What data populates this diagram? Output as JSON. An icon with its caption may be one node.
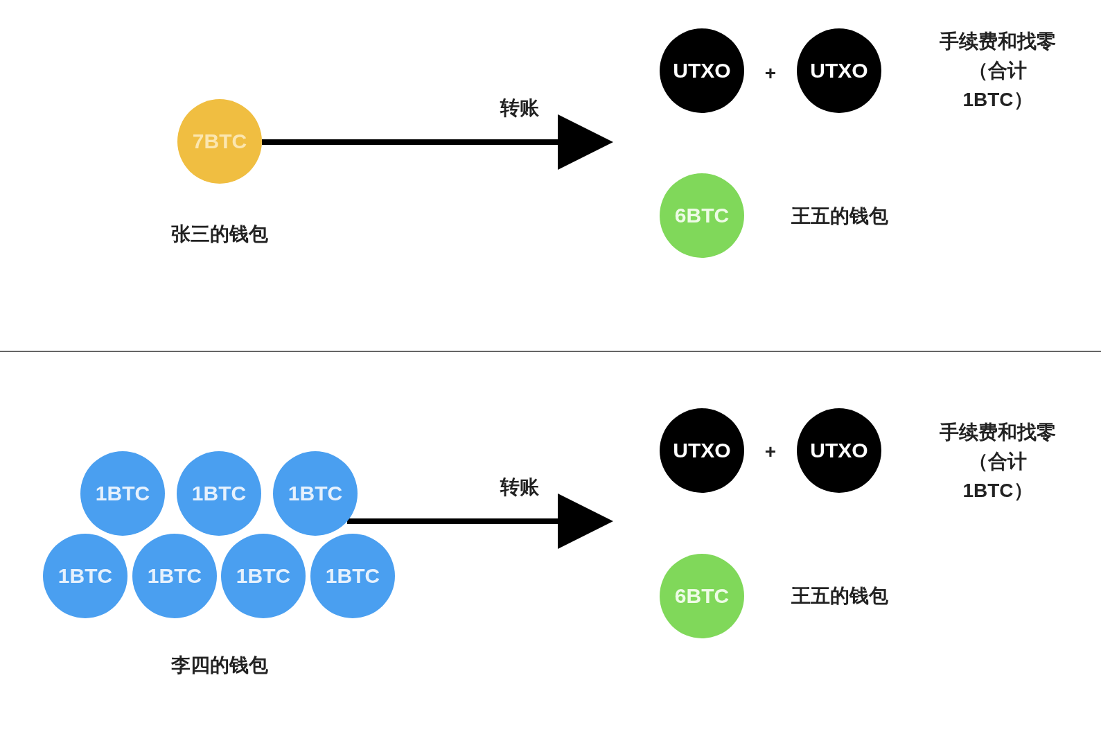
{
  "diagram": {
    "nodes": [
      {
        "text": [
          "7BTC"
        ],
        "beside": [
          "张三的钱包"
        ]
      },
      {
        "text": [
          "UTXO"
        ]
      },
      {
        "text": [
          "UTXO"
        ]
      },
      {
        "text": [
          "6BTC"
        ],
        "beside": [
          "王五的钱包"
        ]
      },
      {
        "text": [
          "1BTC"
        ]
      },
      {
        "text": [
          "1BTC"
        ]
      },
      {
        "text": [
          "1BTC"
        ]
      },
      {
        "text": [
          "1BTC"
        ]
      },
      {
        "text": [
          "1BTC"
        ]
      },
      {
        "text": [
          "1BTC"
        ]
      },
      {
        "text": [
          "1BTC"
        ]
      },
      {
        "text": [
          "UTXO"
        ]
      },
      {
        "text": [
          "UTXO"
        ]
      },
      {
        "text": [
          "6BTC"
        ],
        "beside": [
          "王五的钱包"
        ]
      }
    ],
    "edges": [
      {
        "from": 0,
        "to": null,
        "arrow": "to",
        "label": "转账"
      },
      {
        "from": 6,
        "to": null,
        "arrow": "to",
        "label": "转账"
      }
    ],
    "labels": [
      "+",
      "手续费和找零（合计 1BTC）",
      "+",
      "手续费和找零（合计 1BTC）",
      "李四的钱包"
    ]
  }
}
